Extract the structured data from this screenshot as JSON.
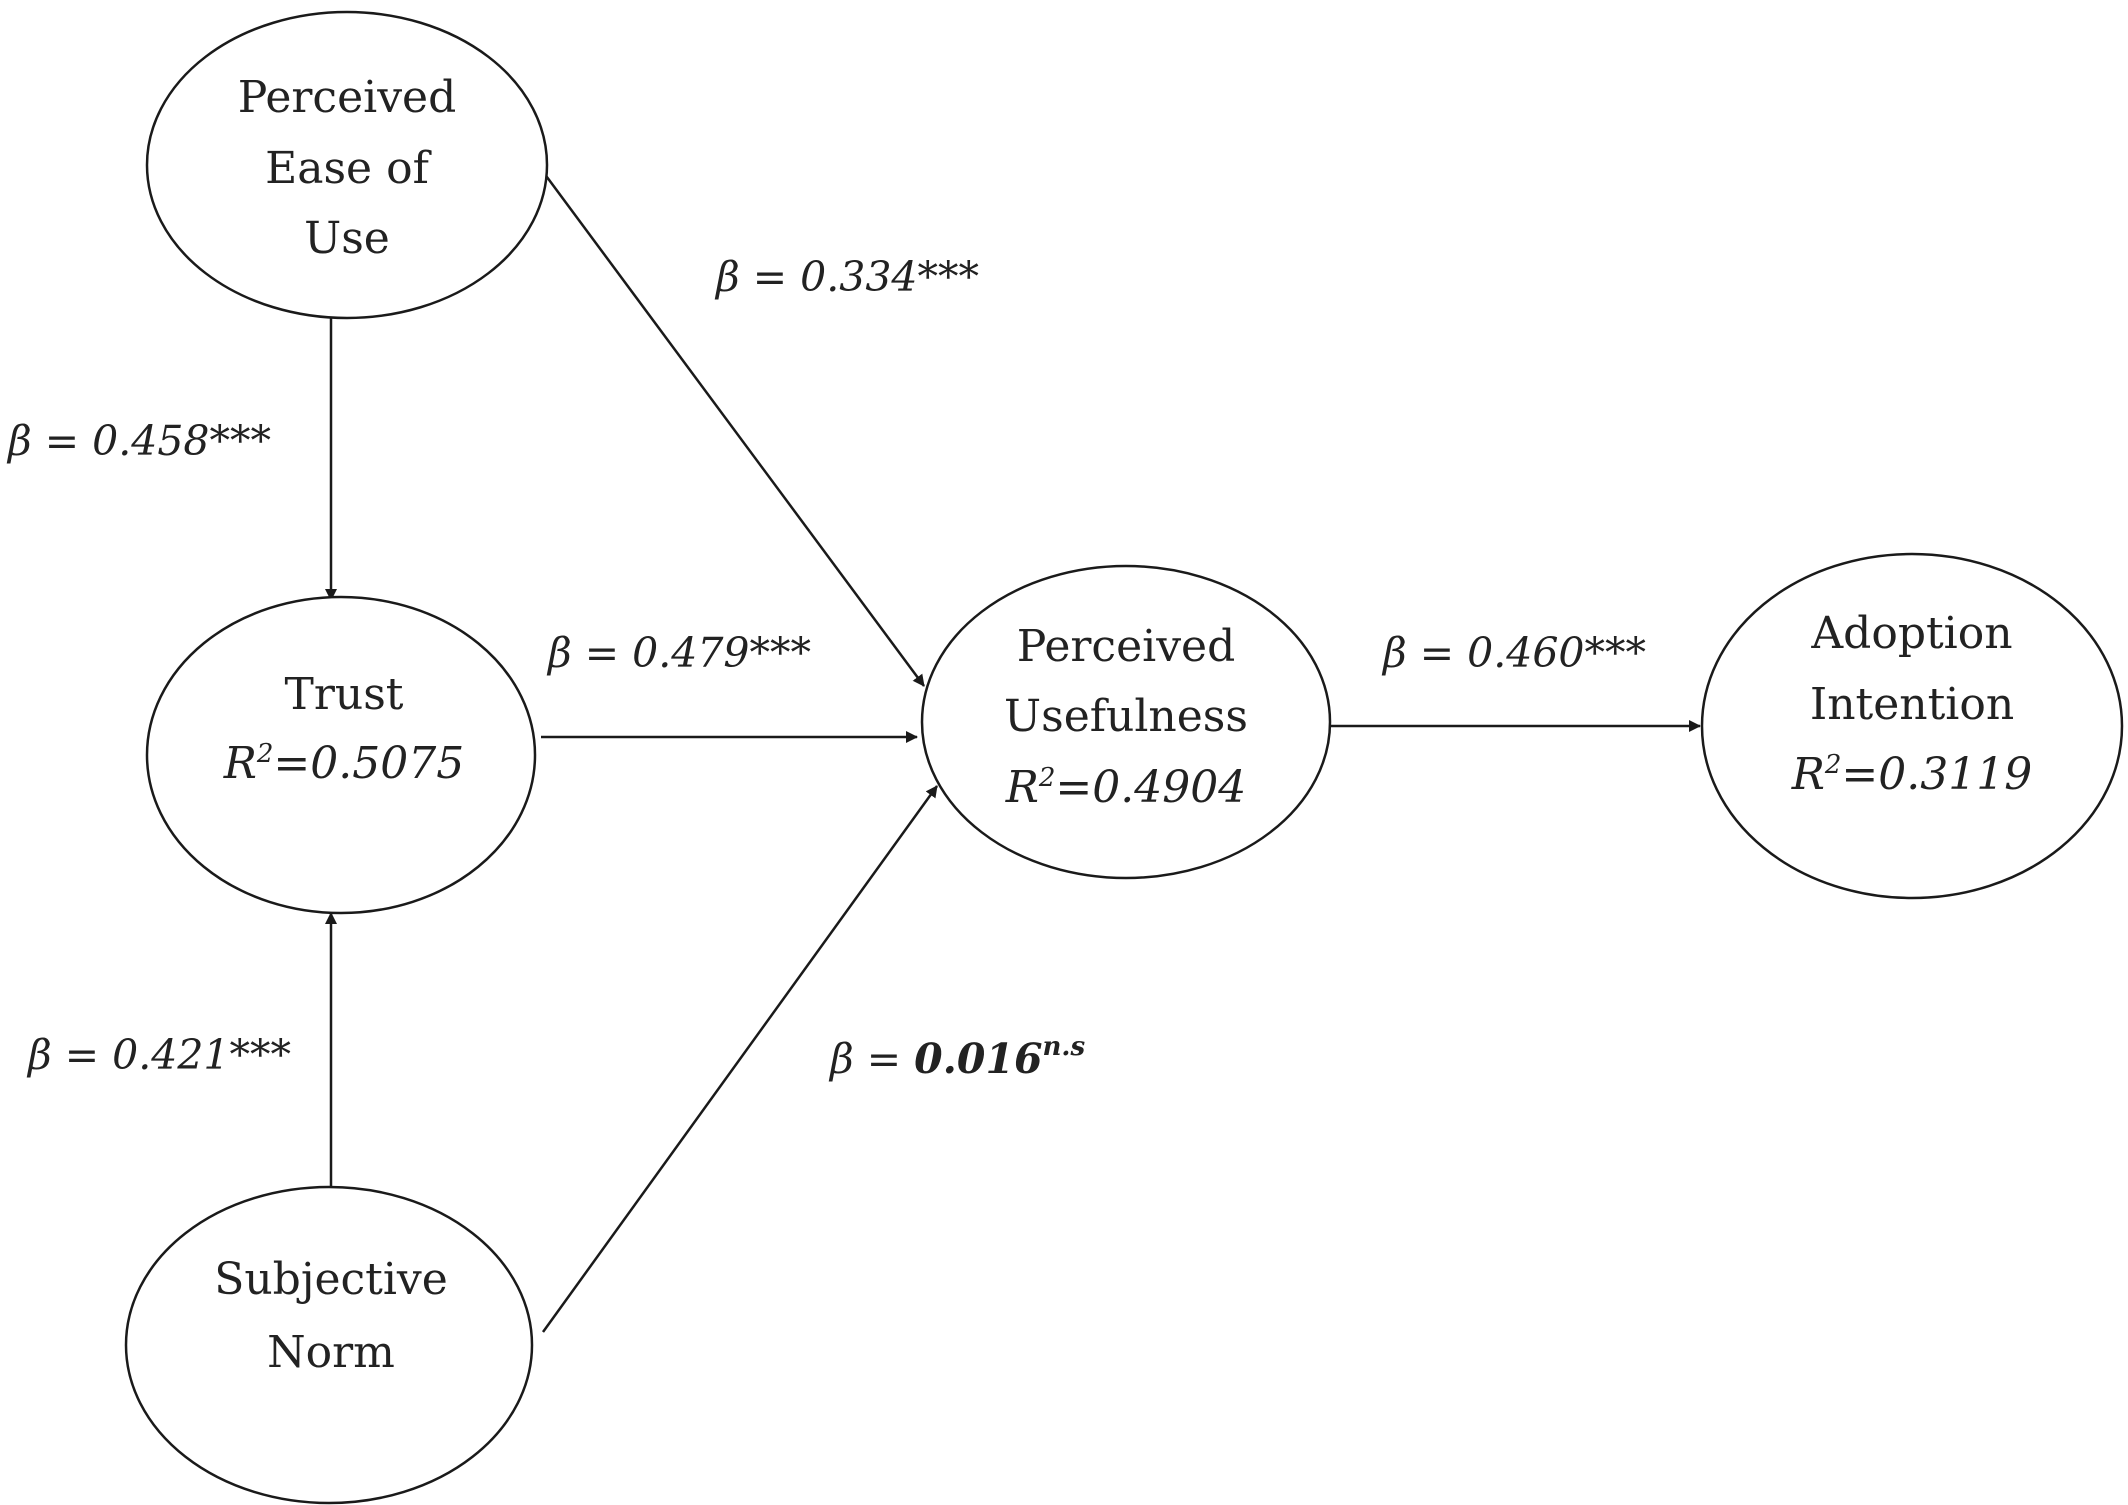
{
  "nodes": {
    "peou": {
      "lines": [
        "Perceived",
        "Ease of",
        "Use"
      ]
    },
    "trust": {
      "lines": [
        "Trust"
      ],
      "r2_symbol": "R",
      "r2_sup": "2",
      "r2_value": "=0.5075"
    },
    "pu": {
      "lines": [
        "Perceived",
        "Usefulness"
      ],
      "r2_symbol": "R",
      "r2_sup": "2",
      "r2_value": "=0.4904"
    },
    "ai": {
      "lines": [
        "Adoption",
        "Intention"
      ],
      "r2_symbol": "R",
      "r2_sup": "2",
      "r2_value": "=0.3119"
    },
    "sn": {
      "lines": [
        "Subjective",
        "Norm"
      ]
    }
  },
  "edges": {
    "peou_pu": {
      "label": "β = 0.334***"
    },
    "peou_trust": {
      "label": "β = 0.458***"
    },
    "trust_pu": {
      "label": "β = 0.479***"
    },
    "pu_ai": {
      "label": "β = 0.460***"
    },
    "sn_trust": {
      "label": "β = 0.421***"
    },
    "sn_pu": {
      "prefix": "β = ",
      "value": "0.016",
      "sup": "n.s"
    }
  }
}
